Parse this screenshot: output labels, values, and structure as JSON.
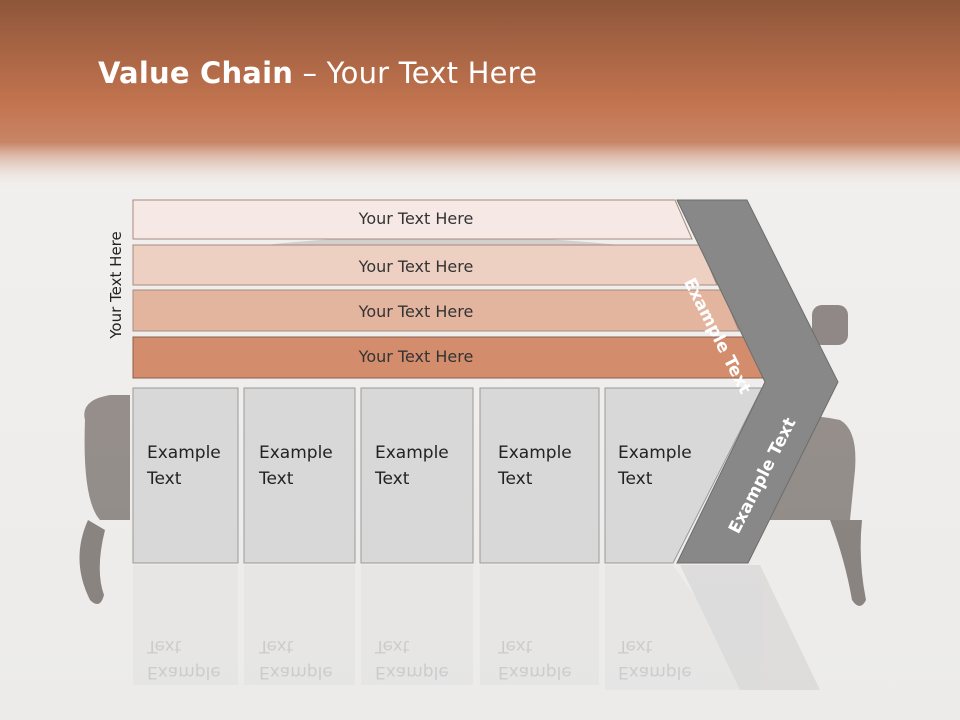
{
  "slide": {
    "title_bold": "Value Chain",
    "title_rest": " – Your Text Here"
  },
  "side_label": "Your Text Here",
  "rows": [
    {
      "label": "Your Text Here",
      "color": "#f6e9e5"
    },
    {
      "label": "Your Text Here",
      "color": "#eed0c3"
    },
    {
      "label": "Your Text Here",
      "color": "#e3b59f"
    },
    {
      "label": "Your Text Here",
      "color": "#d38d6d"
    }
  ],
  "columns": [
    {
      "label": "Example\nText"
    },
    {
      "label": "Example\nText"
    },
    {
      "label": "Example\nText"
    },
    {
      "label": "Example\nText"
    },
    {
      "label": "Example\nText"
    }
  ],
  "arrow": {
    "upper_label": "Example Text",
    "lower_label": "Example Text",
    "color": "#888888"
  },
  "colors": {
    "header_band": "#c3734f",
    "column_fill": "#d8d8d8"
  }
}
